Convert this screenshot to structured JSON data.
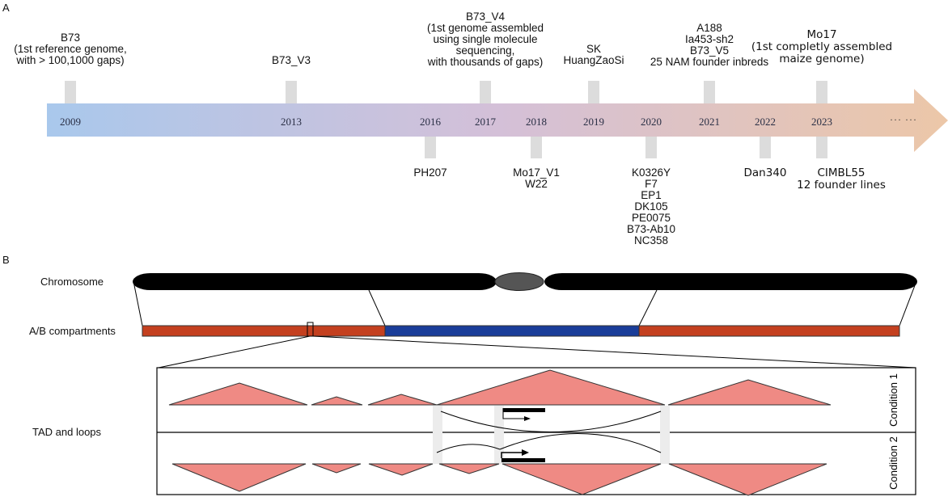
{
  "panel_a": {
    "label": "A",
    "arrow_gradient": {
      "start": "#a9c8ec",
      "mid": "#d4c0d8",
      "end": "#ecc7a8"
    },
    "ellipsis": "···  ···",
    "years": [
      "2009",
      "2013",
      "2016",
      "2017",
      "2018",
      "2019",
      "2020",
      "2021",
      "2022",
      "2023"
    ],
    "above": [
      {
        "year": "2009",
        "lines": [
          "B73",
          "(1st reference genome,",
          "with > 100,1000 gaps)"
        ]
      },
      {
        "year": "2013",
        "lines": [
          "B73_V3"
        ]
      },
      {
        "year": "2017",
        "lines": [
          "B73_V4",
          "(1st genome assembled",
          "using single molecule",
          "sequencing,",
          "with thousands of gaps)"
        ]
      },
      {
        "year": "2019",
        "lines": [
          "SK",
          "HuangZaoSi"
        ]
      },
      {
        "year": "2021",
        "lines": [
          "A188",
          "Ia453-sh2",
          "B73_V5",
          "25 NAM founder inbreds"
        ]
      },
      {
        "year": "2023",
        "lines": [
          "Mo17",
          "(1st completly assembled",
          "maize genome)"
        ]
      }
    ],
    "below": [
      {
        "year": "2016",
        "lines": [
          "PH207"
        ]
      },
      {
        "year": "2018",
        "lines": [
          "Mo17_V1",
          "W22"
        ]
      },
      {
        "year": "2020",
        "lines": [
          "K0326Y",
          "F7",
          "EP1",
          "DK105",
          "PE0075",
          "B73-Ab10",
          "NC358"
        ]
      },
      {
        "year": "2022",
        "lines": [
          "Dan340"
        ]
      },
      {
        "year": "2023",
        "lines": [
          "CIMBL55",
          "12 founder lines"
        ]
      }
    ]
  },
  "panel_b": {
    "label": "B",
    "rows": {
      "chromosome": "Chromosome",
      "compartments": "A/B compartments",
      "tad": "TAD and loops"
    },
    "conditions": [
      "Condition 1",
      "Condition 2"
    ],
    "colors": {
      "chromosome": "#000000",
      "centromere": "#555555",
      "compartment_a": "#c4401f",
      "compartment_b": "#1a3d99",
      "tad": "#ef8a84",
      "boundary": "#ececec"
    }
  }
}
